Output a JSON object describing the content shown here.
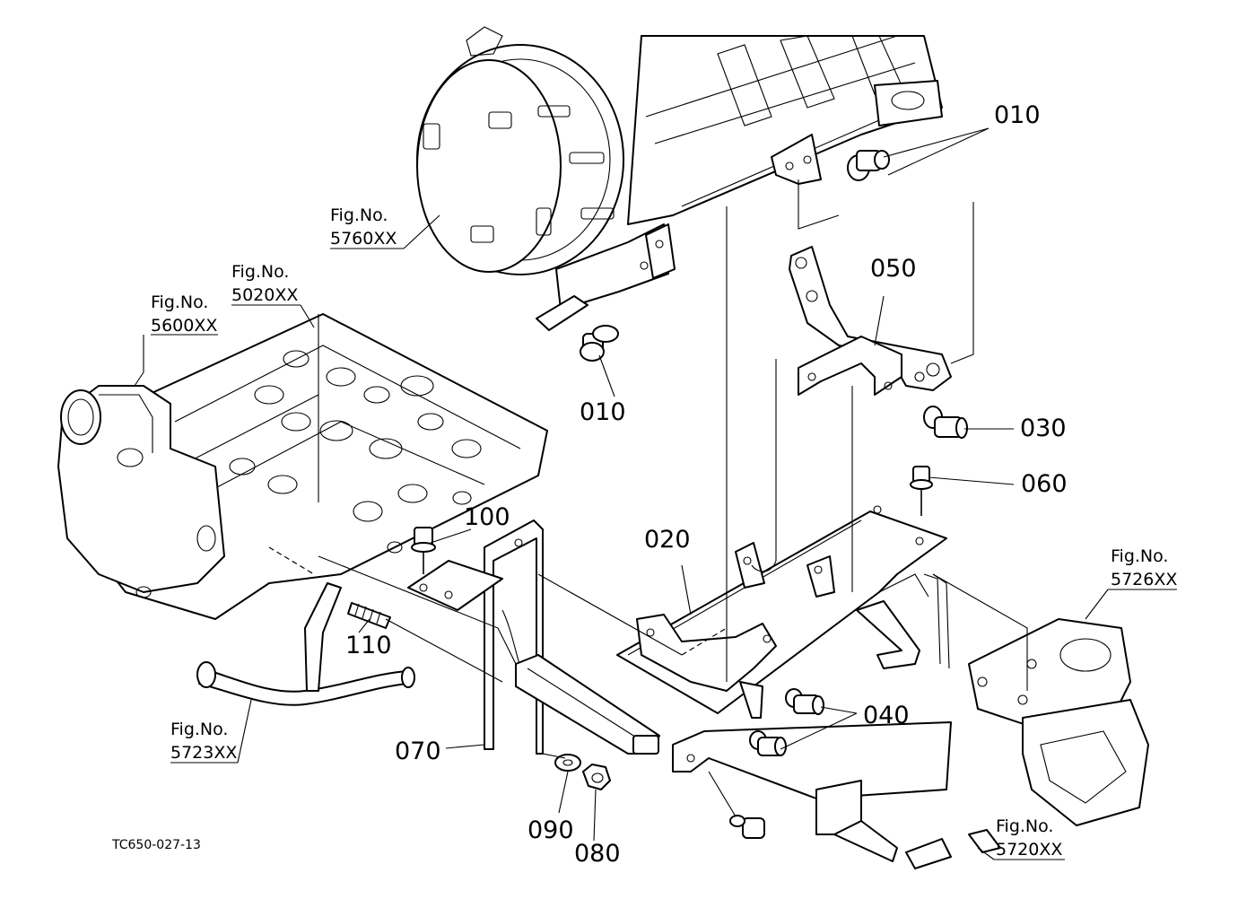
{
  "callouts": {
    "p010_top": "010",
    "p010_left": "010",
    "p020": "020",
    "p030": "030",
    "p040": "040",
    "p050": "050",
    "p060": "060",
    "p070": "070",
    "p080": "080",
    "p090": "090",
    "p100": "100",
    "p110": "110"
  },
  "figure_refs": {
    "r5760": {
      "label": "Fig.No.",
      "number": "5760XX"
    },
    "r5020": {
      "label": "Fig.No.",
      "number": "5020XX"
    },
    "r5600": {
      "label": "Fig.No.",
      "number": "5600XX"
    },
    "r5726": {
      "label": "Fig.No.",
      "number": "5726XX"
    },
    "r5723": {
      "label": "Fig.No.",
      "number": "5723XX"
    },
    "r5720": {
      "label": "Fig.No.",
      "number": "5720XX"
    }
  },
  "drawing_code": "TC650-027-13"
}
